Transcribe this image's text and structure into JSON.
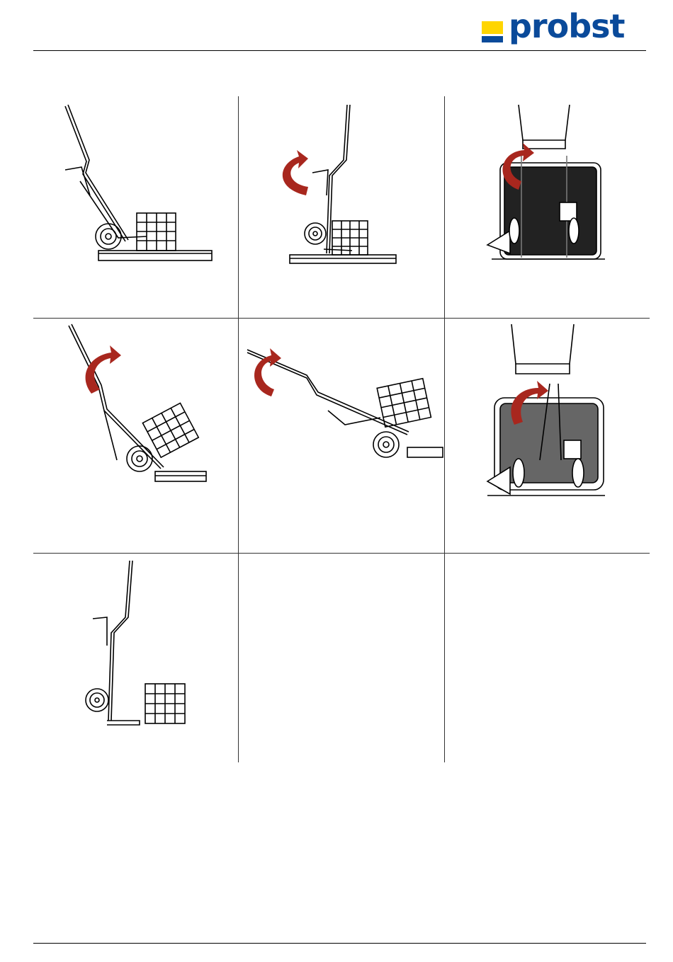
{
  "header": {
    "logo_text": "probst",
    "brand_colors": {
      "blue": "#0a4a9a",
      "yellow": "#ffd500"
    }
  },
  "figures": [
    {
      "id": 1,
      "icon": "hand-truck-approach-pallet"
    },
    {
      "id": 2,
      "icon": "hand-truck-tilt-back-arrow"
    },
    {
      "id": 3,
      "icon": "hand-truck-front-view-arrow"
    },
    {
      "id": 4,
      "icon": "hand-truck-tilting-load-arrow"
    },
    {
      "id": 5,
      "icon": "hand-truck-lowered-load-arrow"
    },
    {
      "id": 6,
      "icon": "hand-truck-front-view-arrow-2"
    },
    {
      "id": 7,
      "icon": "hand-truck-upright-unloaded"
    }
  ],
  "colors": {
    "arrow": "#a8271e",
    "line": "#000000"
  }
}
